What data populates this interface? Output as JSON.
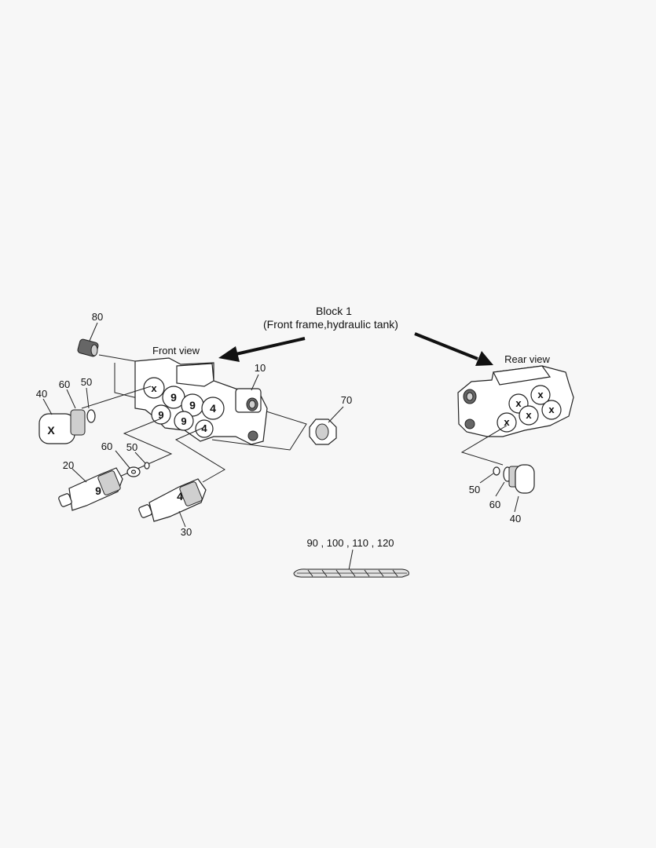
{
  "title": {
    "line1": "Block 1",
    "line2": "(Front frame,hydraulic tank)"
  },
  "views": {
    "front": "Front view",
    "rear": "Rear view"
  },
  "callouts": {
    "c80": "80",
    "c10": "10",
    "c70": "70",
    "c40_left": "40",
    "c60_left": "60",
    "c50_left": "50",
    "c60_mid": "60",
    "c50_mid": "50",
    "c20": "20",
    "c30": "30",
    "c50_right": "50",
    "c60_right": "60",
    "c40_right": "40",
    "c_group": "90 , 100 , 110 , 120"
  },
  "port_marks": {
    "x": "X",
    "x_small": "x",
    "nine": "9",
    "four": "4"
  }
}
